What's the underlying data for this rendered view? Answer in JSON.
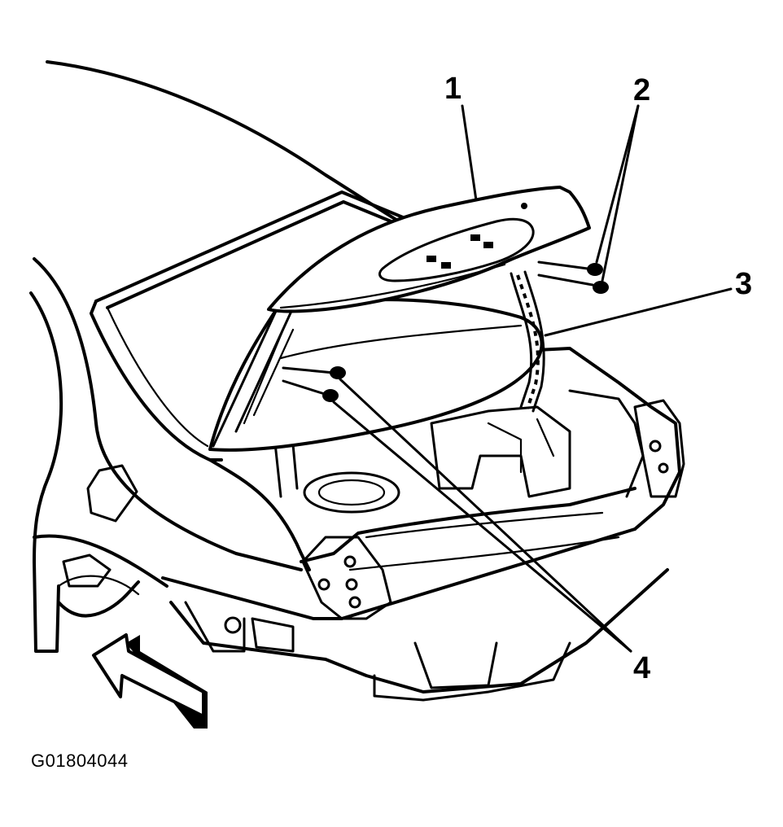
{
  "diagram": {
    "callouts": [
      {
        "id": "1",
        "label": "1"
      },
      {
        "id": "2",
        "label": "2"
      },
      {
        "id": "3",
        "label": "3"
      },
      {
        "id": "4",
        "label": "4"
      }
    ],
    "figure_id": "G01804044",
    "line_color": "#000000",
    "background_color": "#ffffff",
    "arrow": {
      "icon": "direction-arrow-icon",
      "meaning": "view direction"
    }
  }
}
